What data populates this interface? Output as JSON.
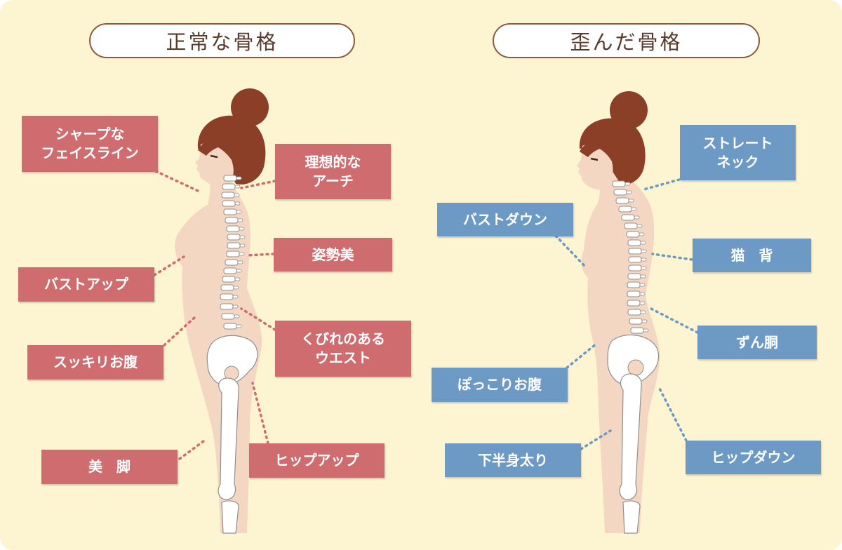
{
  "headers": {
    "normal": "正常な骨格",
    "distorted": "歪んだ骨格"
  },
  "normal_labels": {
    "face_line": "シャープな\nフェイスライン",
    "arch": "理想的な\nアーチ",
    "posture": "姿勢美",
    "bust": "バストアップ",
    "waist": "くびれのある\nウエスト",
    "belly": "スッキリお腹",
    "hip": "ヒップアップ",
    "legs": "美　脚"
  },
  "distorted_labels": {
    "neck": "ストレート\nネック",
    "bust": "バストダウン",
    "back": "猫　背",
    "torso": "ずん胴",
    "belly": "ぽっこりお腹",
    "lower_body": "下半身太り",
    "hip": "ヒップダウン"
  },
  "colors": {
    "background": "#fdf5d2",
    "header_border": "#8b5a3c",
    "normal_label": "#cf6c6f",
    "distorted_label": "#6d9ac4",
    "skin": "#f3d7c2",
    "hair": "#8a3f26",
    "bone": "#ffffff"
  }
}
